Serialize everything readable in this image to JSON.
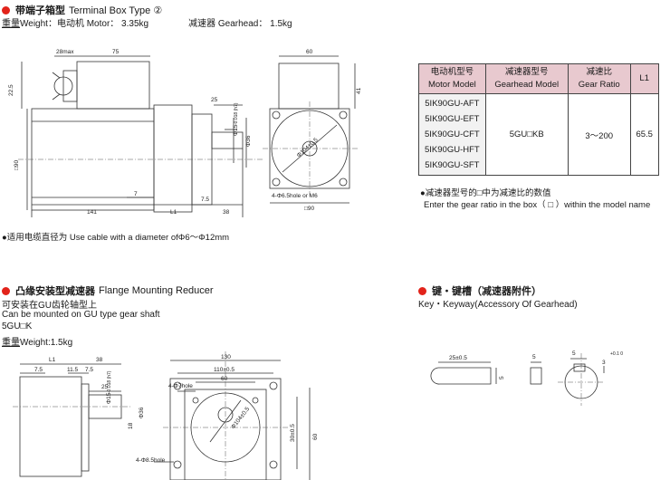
{
  "section1": {
    "title_cn": "带端子箱型",
    "title_en": "Terminal Box Type ②",
    "weight_label": "重量",
    "weight_text": "Weight：电动机 Motor： 3.35kg",
    "gearhead_weight": "减速器 Gearhead： 1.5kg",
    "cable_note": "●适用电缆直径为 Use cable with a diameter ofΦ6～Φ12mm",
    "dims": {
      "d28max": "28max",
      "d75": "75",
      "d22_5": "22.5",
      "d90": "□90",
      "d25": "25",
      "d15": "Φ15",
      "d15tol": "-0.018 (h7)",
      "d36": "Φ36",
      "d7": "7",
      "d141": "141",
      "dL1": "L1",
      "d7_5": "7.5",
      "d38": "38",
      "d60": "60",
      "d41": "41",
      "d104": "Φ104±0.5",
      "hole": "4-Φ6.5hole or M6",
      "d90b": "□90"
    }
  },
  "table": {
    "headers": [
      {
        "cn": "电动机型号",
        "en": "Motor Model"
      },
      {
        "cn": "减速器型号",
        "en": "Gearhead Model"
      },
      {
        "cn": "减速比",
        "en": "Gear Ratio"
      },
      {
        "cn": "L1",
        "en": ""
      }
    ],
    "motor_models": [
      "5IK90GU-AFT",
      "5IK90GU-EFT",
      "5IK90GU-CFT",
      "5IK90GU-HFT",
      "5IK90GU-SFT"
    ],
    "gearhead_model": "5GU□KB",
    "gear_ratio": "3～200",
    "l1": "65.5",
    "note_cn": "●减速器型号的□中为减速比的数值",
    "note_en": "Enter the gear ratio in the box（ □ ）within the model name"
  },
  "section2": {
    "title_cn": "凸缘安装型减速器",
    "title_en": "Flange Mounting Reducer",
    "line1": "可安装在GU齿轮轴型上",
    "line2": "Can be mounted on GU type gear shaft",
    "line3": "5GU□K",
    "weight_label": "重量",
    "weight_text": "Weight:1.5kg",
    "dims": {
      "dL1": "L1",
      "d38": "38",
      "d7_5a": "7.5",
      "d11_5": "11.5",
      "d7_5b": "7.5",
      "d25": "25",
      "d15": "Φ15",
      "d15tol": "-0.018 (h7)",
      "d36": "Φ36",
      "d18": "18",
      "d130": "130",
      "d110": "110±0.5",
      "d60": "60",
      "hole7": "4-Φ7hole",
      "d104": "Φ104±0.5",
      "d30": "30±0.5",
      "d60b": "60",
      "hole85": "4-Φ8.5hole"
    }
  },
  "section3": {
    "title_cn": "键・键槽（减速器附件）",
    "subtitle": "Key・Keyway(Accessory Of Gearhead)",
    "dims": {
      "d25": "25±0.5",
      "d5a": "5",
      "d5b": "5",
      "d5c": "5",
      "d3": "3",
      "tol": "+0.1 0"
    }
  }
}
